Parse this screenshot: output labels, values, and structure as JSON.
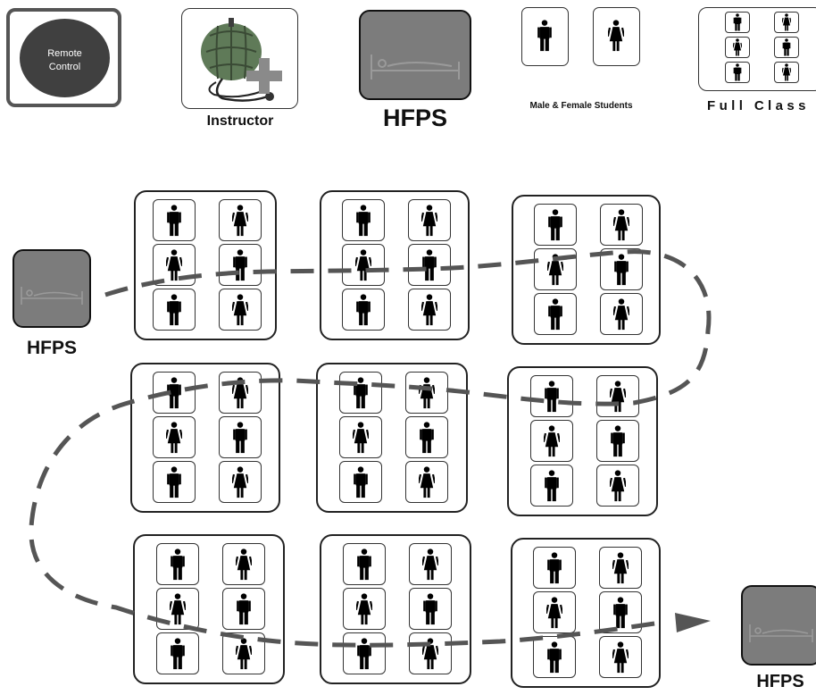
{
  "legend": {
    "remote_control": {
      "line1": "Remote",
      "line2": "Control"
    },
    "instructor": {
      "label": "Instructor",
      "icon": "instructor-pumpkin-stethoscope-icon"
    },
    "hfps": {
      "label": "HFPS",
      "icon": "bed-icon"
    },
    "students": {
      "label": "Male & Female Students",
      "icons": [
        "male-student-icon",
        "female-student-icon"
      ]
    },
    "full_class": {
      "label": "Full Class",
      "icon": "full-class-icon"
    }
  },
  "diagram": {
    "start_station": {
      "label": "HFPS"
    },
    "end_station": {
      "label": "HFPS"
    },
    "class_group_rows": 3,
    "class_groups_per_row": 3,
    "students_per_group": 6,
    "path_style": "dashed",
    "path_end": "arrow"
  },
  "colors": {
    "dark_fill": "#404040",
    "hfps_fill": "#7c7c7c",
    "path": "#555555",
    "figure": "#000000",
    "border": "#222222",
    "instructor_pumpkin": "#5f7a58",
    "instructor_cross": "#8a8a8a"
  }
}
